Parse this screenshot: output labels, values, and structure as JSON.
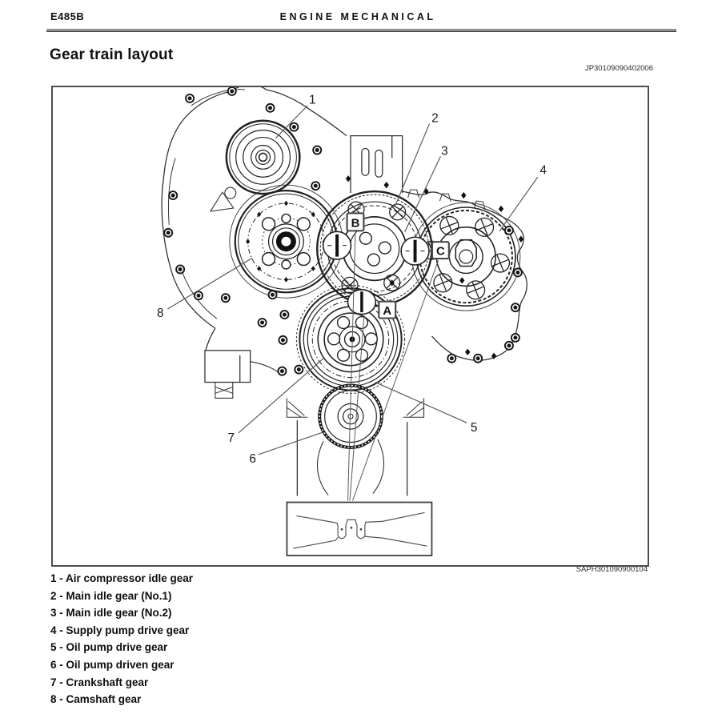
{
  "header": {
    "model_code": "E485B",
    "section_title": "ENGINE MECHANICAL"
  },
  "page": {
    "title": "Gear train layout",
    "doc_ref": "JP30109090402006"
  },
  "figure": {
    "image_ref": "SAPH301090900104",
    "callouts": [
      "1",
      "2",
      "3",
      "4",
      "5",
      "6",
      "7",
      "8"
    ],
    "timing_marks": [
      "A",
      "B",
      "C"
    ]
  },
  "legend": {
    "items": [
      "1 - Air compressor idle gear",
      "2 - Main idle gear (No.1)",
      "3 - Main idle gear (No.2)",
      "4 - Supply pump drive gear",
      "5 - Oil pump drive gear",
      "6 - Oil pump driven gear",
      "7 - Crankshaft gear",
      "8 - Camshaft gear"
    ]
  },
  "colors": {
    "page_bg": "#ffffff",
    "header_rule": "#8f8f8f",
    "figure_border": "#4e4e4e",
    "ink": "#1a1a1a",
    "leader_line": "#5a5a5a"
  }
}
